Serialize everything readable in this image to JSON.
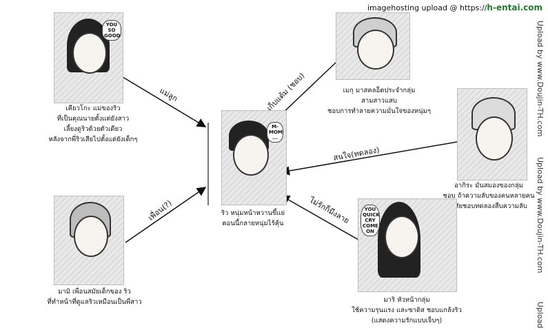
{
  "watermark": {
    "prefix": "imagehosting upload @",
    "protocol": "https://",
    "brand": "h-entai.com"
  },
  "side_watermark": {
    "line1": "Upload by www.Doujin-TH.com",
    "line2": "Upload by www.Doujin-TH.com",
    "line3": "Upload"
  },
  "center": {
    "bubble": "M-MOM ...",
    "caption_lines": [
      "ริว หนุ่มหน้าหวานขี้แย่",
      "ตอนนี้กลายหนุ่มไร้คุ้น"
    ]
  },
  "characters": [
    {
      "id": "kyoko",
      "bubble": "YOU SO GOOD",
      "caption_lines": [
        "เคียวโกะ แม่ของริว",
        "ที่เป็นคุณนายตั้งแต่ยังสาว",
        "เลี้ยงดูริวด้วยตัวเดียว",
        "หลังจากพี่ริวเสียไปตั้งแต่ยังเด็กๆ"
      ],
      "relation": "แม่ลูก"
    },
    {
      "id": "megu",
      "bubble": "",
      "caption_lines": [
        "เมกุ มาสคลอ็ตประจำกลุ่ม",
        "สามสาวแสบ",
        "ชอบการทำลายความมั่นใจของหนุ่มๆ"
      ],
      "relation": "เก็บแต้ม (ชอบ)"
    },
    {
      "id": "akira",
      "bubble": "",
      "caption_lines": [
        "อากิระ มันสมองของกลุ่ม",
        "ชอบ ถ้าความลับของคนหลายคน",
        "นิสัยชอบทดลองสืบความลับ"
      ],
      "relation": "สนใจ(ทดลอง)"
    },
    {
      "id": "mami",
      "bubble": "",
      "caption_lines": [
        "มามิ เพื่อนสมัยเด็กของ ริว",
        "ที่ทำหน้าที่ดูแลริวเหมือนเป็นพี่สาว"
      ],
      "relation": "เพื่อน(?)"
    },
    {
      "id": "mari",
      "bubble": "YOU QUICK CRY COME ON",
      "caption_lines": [
        "มาริ หัวหน้ากลุ่ม",
        "ใช้ความรุนแรง และซาดิส ชอบแกล้งริว",
        "(แสดงความรักแบบเจ็บๆ)"
      ],
      "relation": "ไม่รักก็มีงลาย"
    }
  ],
  "colors": {
    "brand": "#1f7a2f",
    "line": "#111111"
  }
}
